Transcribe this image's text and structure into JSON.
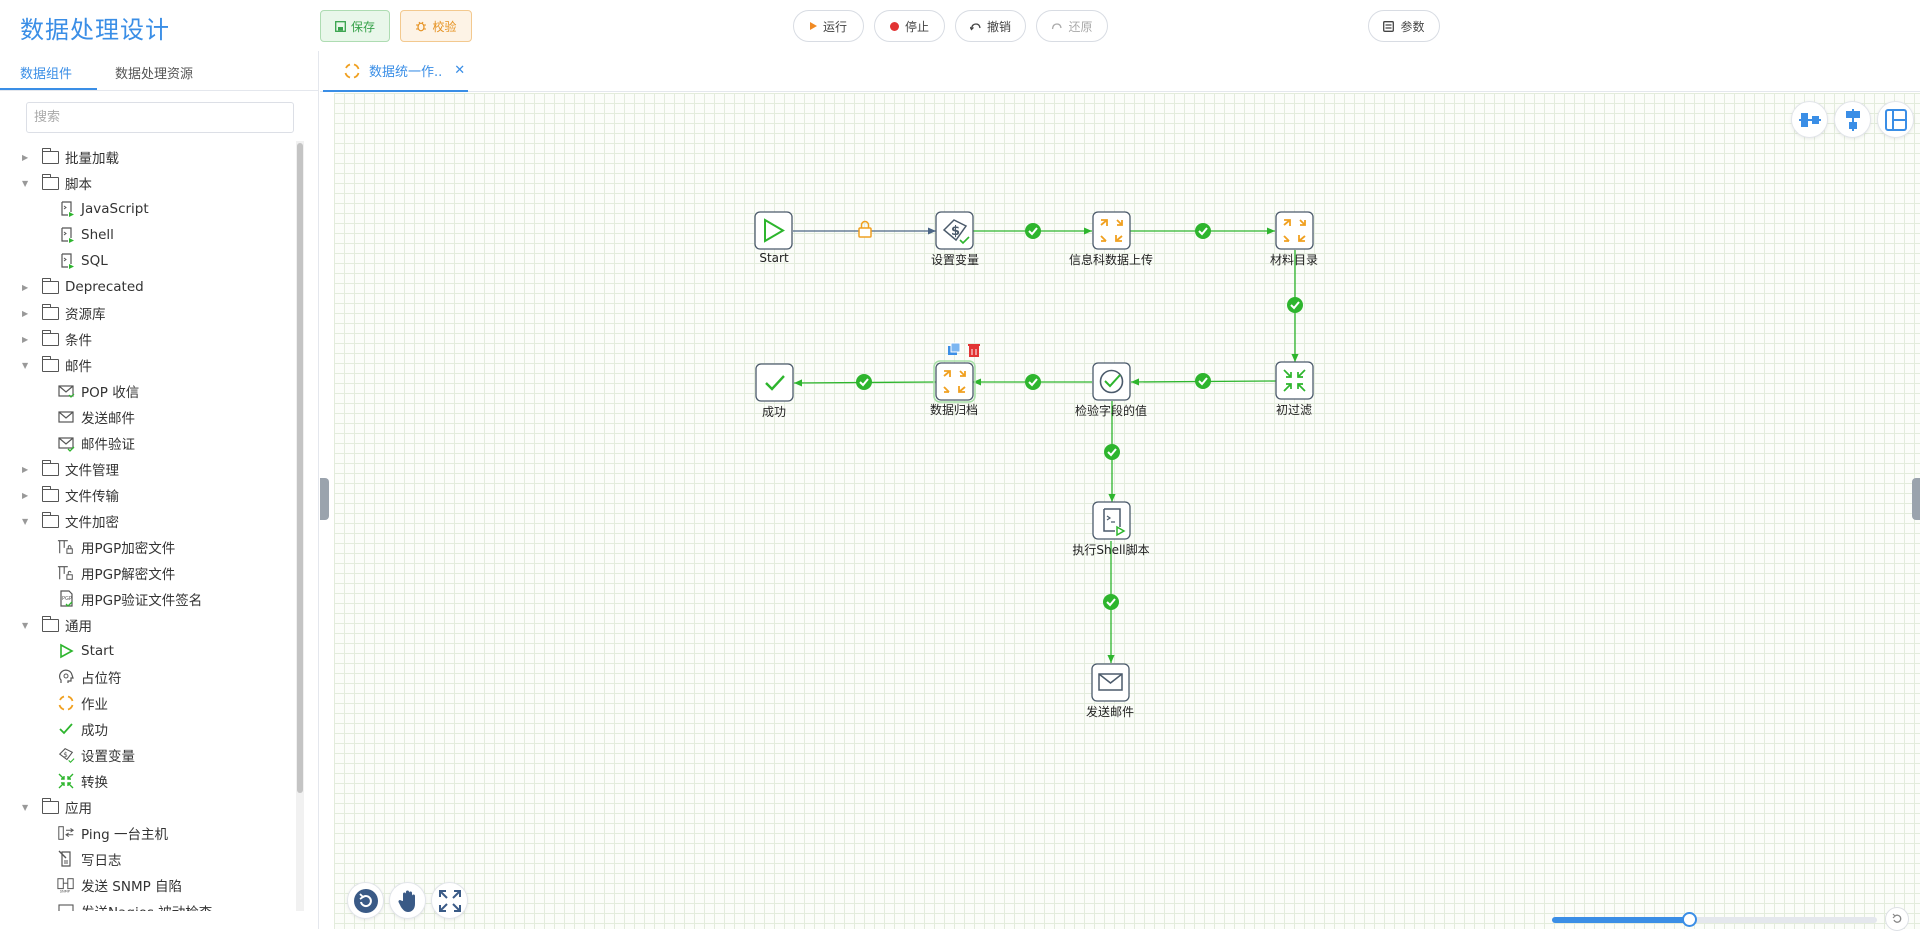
{
  "app": {
    "title": "数据处理设计"
  },
  "toolbar": {
    "save": "保存",
    "check": "校验",
    "run": "运行",
    "stop": "停止",
    "undo": "撤销",
    "redo": "还原",
    "params": "参数"
  },
  "left_panel": {
    "tabs": [
      "数据组件",
      "数据处理资源"
    ],
    "search_placeholder": "搜索",
    "tree": [
      {
        "label": "批量加载",
        "kind": "folder",
        "expanded": false
      },
      {
        "label": "脚本",
        "kind": "folder",
        "expanded": true
      },
      {
        "label": "JavaScript",
        "kind": "leaf",
        "icon": "script-icon"
      },
      {
        "label": "Shell",
        "kind": "leaf",
        "icon": "script-icon"
      },
      {
        "label": "SQL",
        "kind": "leaf",
        "icon": "script-icon"
      },
      {
        "label": "Deprecated",
        "kind": "folder",
        "expanded": false
      },
      {
        "label": "资源库",
        "kind": "folder",
        "expanded": false
      },
      {
        "label": "条件",
        "kind": "folder",
        "expanded": false
      },
      {
        "label": "邮件",
        "kind": "folder",
        "expanded": true
      },
      {
        "label": "POP 收信",
        "kind": "leaf",
        "icon": "mail-receive-icon"
      },
      {
        "label": "发送邮件",
        "kind": "leaf",
        "icon": "mail-icon"
      },
      {
        "label": "邮件验证",
        "kind": "leaf",
        "icon": "mail-check-icon"
      },
      {
        "label": "文件管理",
        "kind": "folder",
        "expanded": false
      },
      {
        "label": "文件传输",
        "kind": "folder",
        "expanded": false
      },
      {
        "label": "文件加密",
        "kind": "folder",
        "expanded": true
      },
      {
        "label": "用PGP加密文件",
        "kind": "leaf",
        "icon": "encrypt-icon"
      },
      {
        "label": "用PGP解密文件",
        "kind": "leaf",
        "icon": "decrypt-icon"
      },
      {
        "label": "用PGP验证文件签名",
        "kind": "leaf",
        "icon": "verify-sign-icon"
      },
      {
        "label": "通用",
        "kind": "folder",
        "expanded": true
      },
      {
        "label": "Start",
        "kind": "leaf",
        "icon": "start-icon"
      },
      {
        "label": "占位符",
        "kind": "leaf",
        "icon": "placeholder-icon"
      },
      {
        "label": "作业",
        "kind": "leaf",
        "icon": "job-icon"
      },
      {
        "label": "成功",
        "kind": "leaf",
        "icon": "success-icon"
      },
      {
        "label": "设置变量",
        "kind": "leaf",
        "icon": "set-variable-icon"
      },
      {
        "label": "转换",
        "kind": "leaf",
        "icon": "transform-icon"
      },
      {
        "label": "应用",
        "kind": "folder",
        "expanded": true
      },
      {
        "label": "Ping 一台主机",
        "kind": "leaf",
        "icon": "ping-icon"
      },
      {
        "label": "写日志",
        "kind": "leaf",
        "icon": "log-icon"
      },
      {
        "label": "发送 SNMP 自陷",
        "kind": "leaf",
        "icon": "snmp-icon"
      },
      {
        "label": "发送Nagios 被动检查",
        "kind": "leaf",
        "icon": "nagios-icon"
      }
    ]
  },
  "workspace": {
    "tab_label": "数据统一作..",
    "nodes": [
      {
        "id": "start",
        "label": "Start",
        "icon": "start-icon"
      },
      {
        "id": "setvar",
        "label": "设置变量",
        "icon": "set-variable-icon"
      },
      {
        "id": "upload",
        "label": "信息科数据上传",
        "icon": "job-icon"
      },
      {
        "id": "catalog",
        "label": "材料目录",
        "icon": "job-icon"
      },
      {
        "id": "filter",
        "label": "初过滤",
        "icon": "transform-icon"
      },
      {
        "id": "validate",
        "label": "检验字段的值",
        "icon": "validate-icon"
      },
      {
        "id": "archive",
        "label": "数据归档",
        "icon": "job-icon"
      },
      {
        "id": "success",
        "label": "成功",
        "icon": "success-icon"
      },
      {
        "id": "shell",
        "label": "执行Shell脚本",
        "icon": "script-icon"
      },
      {
        "id": "mail",
        "label": "发送邮件",
        "icon": "mail-icon"
      }
    ],
    "edges": [
      {
        "from": "start",
        "to": "setvar",
        "type": "unconditional"
      },
      {
        "from": "setvar",
        "to": "upload",
        "type": "success"
      },
      {
        "from": "upload",
        "to": "catalog",
        "type": "success"
      },
      {
        "from": "catalog",
        "to": "filter",
        "type": "success"
      },
      {
        "from": "filter",
        "to": "validate",
        "type": "success"
      },
      {
        "from": "validate",
        "to": "archive",
        "type": "success"
      },
      {
        "from": "archive",
        "to": "success",
        "type": "success"
      },
      {
        "from": "validate",
        "to": "shell",
        "type": "success"
      },
      {
        "from": "shell",
        "to": "mail",
        "type": "success"
      }
    ],
    "zoom_level": 0.42
  },
  "colors": {
    "accent": "#3a8ee6",
    "success_edge": "#2db52d",
    "node_border": "#4b5a6b",
    "job_orange": "#f0a020",
    "lock_orange": "#f0a020"
  }
}
